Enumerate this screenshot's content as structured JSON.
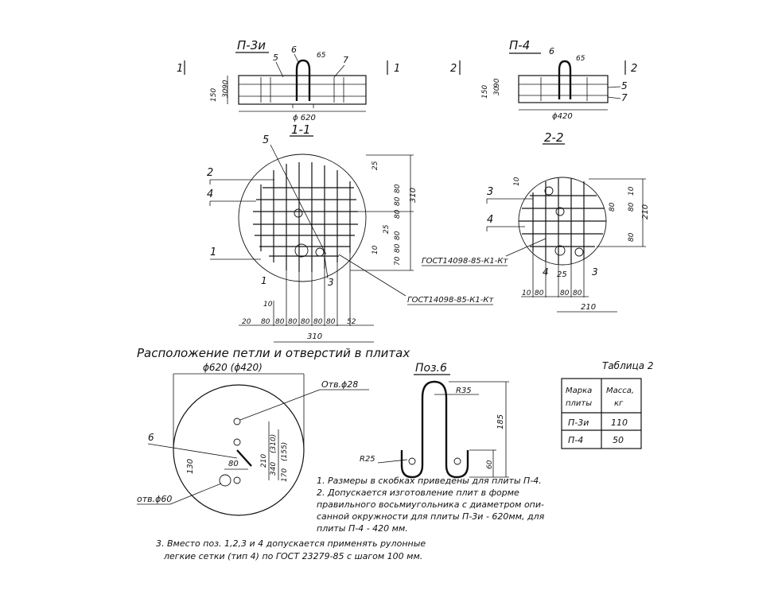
{
  "labels": {
    "p3i": "П-3и",
    "p4": "П-4",
    "sec11": "1-1",
    "sec22": "2-2",
    "sec1_left": "1",
    "sec1_right": "1",
    "sec2_left": "2",
    "sec2_right": "2",
    "pos5": "5",
    "pos6": "6",
    "pos7": "7",
    "pos3": "3",
    "pos4": "4",
    "pos2": "2",
    "pos1": "1"
  },
  "dims_top": {
    "h150": "150",
    "h30": "30",
    "h90": "90",
    "d620": "ϕ 620",
    "d420": "ϕ420",
    "d65": "65"
  },
  "section11": {
    "gost": "ГОСТ14098-85-К1-Кт",
    "right_dims": [
      "25",
      "80",
      "80",
      "80",
      "25",
      "80",
      "80",
      "70"
    ],
    "right_total": "310",
    "left_small": [
      "10",
      "10"
    ],
    "bottom_dims": [
      "20",
      "80",
      "80",
      "80",
      "80",
      "80",
      "80",
      "52"
    ],
    "bottom_total": "310"
  },
  "section22": {
    "gost": "ГОСТ14098-85-К1-Кт",
    "right_dims": [
      "10",
      "80",
      "80",
      "80"
    ],
    "right_total": "210",
    "bottom_dims": [
      "10",
      "80",
      "80",
      "80"
    ],
    "bottom_total": "210",
    "small": [
      "10",
      "25"
    ]
  },
  "layout_title": "Расположение петли и отверстий в плитах",
  "circle_title": "ϕ620 (ϕ420)",
  "circle": {
    "hole28": "Отв.ϕ28",
    "hole60": "отв.ϕ60",
    "pos": "6",
    "d80": "80",
    "d130": "130",
    "d210": "210",
    "d340": "340",
    "d310": "(310)",
    "d170": "170",
    "d155": "(155)"
  },
  "pos6_detail": {
    "title": "Поз.6",
    "r35": "R35",
    "r25": "R25",
    "d185": "185",
    "d60": "60"
  },
  "table": {
    "title": "Таблица 2",
    "headers": [
      "Марка плиты",
      "Масса, кг"
    ],
    "header_lines": [
      [
        "Марка",
        "плиты"
      ],
      [
        "Масса,",
        "кг"
      ]
    ],
    "rows": [
      [
        "П-3и",
        "110"
      ],
      [
        "П-4",
        "50"
      ]
    ]
  },
  "notes": [
    "1. Размеры в скобках приведены для плиты П-4.",
    "2. Допускается изготовление плит в форме",
    "правильного восьмиугольника с диаметром опи-",
    "санной окружности для плиты П-3и - 620мм, для",
    "плиты П-4 - 420 мм.",
    "3. Вместо поз. 1,2,3 и 4 допускается применять рулонные",
    "легкие сетки (тип 4) по ГОСТ 23279-85 с шагом 100 мм."
  ]
}
